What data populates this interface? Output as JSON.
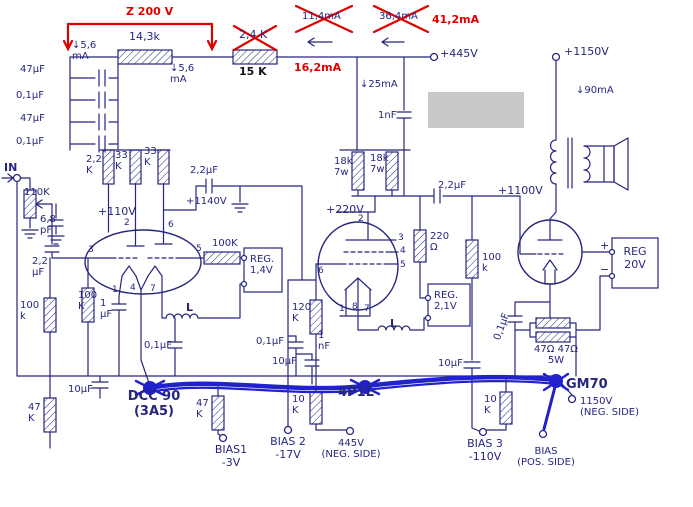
{
  "colors": {
    "ink": "#26267e",
    "red": "#e10000",
    "bus_blue": "#2222cc",
    "paper": "#ffffff"
  },
  "labels": {
    "z200v": "Z 200 V",
    "i41_2": "41,2mA",
    "i16_2": "16,2mA",
    "old_r": "2,4 K",
    "old_i1": "11,4mA",
    "old_i2": "36,4mA",
    "r14_3k": "14,3k",
    "r15k": "15 K",
    "i5_6a": "↓5,6\nmA",
    "i5_6b": "↓5,6\nmA",
    "c47a": "47μF",
    "c01a": "0,1μF",
    "c47b": "47μF",
    "c01b": "0,1μF",
    "in_lbl": "IN",
    "r110k": "110K",
    "c6_8": "6,8\npF",
    "r2_2k": "2,2\nK",
    "r33a": "33\nK",
    "r33b": "33\nK",
    "c2_2top": "2,2μF",
    "v1140": "+1140V",
    "v110": "+110V",
    "c2_2left": "2,2\nμF",
    "r100k_in": "100\nk",
    "p2": "2",
    "p6": "6",
    "p3": "3",
    "p5": "5",
    "p1": "1",
    "p4": "4",
    "p7": "7",
    "r100k_g": "100K",
    "reg1": "REG.\n1,4V",
    "r100k_k": "100\nK",
    "c1uf": "1\nμF",
    "l1": "L",
    "c01c": "0,1μF",
    "c10a": "10μF",
    "r47a": "47\nK",
    "dcc90": "DCC 90\n(3A5)",
    "r47b": "47\nK",
    "bias1": "BIAS1\n-3V",
    "i25": "↓25mA",
    "c1nf_a": "1nF",
    "r18a": "18k\n7w",
    "r18b": "18k\n7w",
    "v220": "+220V",
    "c2_2b": "2,2μF",
    "r220": "220\nΩ",
    "q2": "2",
    "q3": "3",
    "q4": "4",
    "q5": "5",
    "q6": "6",
    "q1": "1",
    "q8": "8",
    "q7": "7",
    "r100k_2": "100\nk",
    "reg2": "REG.\n2,1V",
    "r120k": "120\nK",
    "c1nf_b": "1\nnF",
    "c01d": "0,1μF",
    "c10b": "10μF",
    "l2": "L",
    "r10a": "10\nK",
    "p4p1l": "4P1L",
    "bias2": "BIAS 2\n-17V",
    "v445neg": "445V\n(NEG. SIDE)",
    "r10b": "10\nK",
    "bias3": "BIAS 3\n-110V",
    "biaspos": "BIAS\n(POS. SIDE)",
    "gm70": "GM70",
    "v1150neg": "1150V\n(NEG. SIDE)",
    "v1150": "+1150V",
    "i90": "↓90mA",
    "v1100": "+1100V",
    "reg20": "REG\n20V",
    "reg20_plus": "+",
    "reg20_minus": "−",
    "c01e": "0,1μF",
    "r47ohm": "47Ω 47Ω\n5W",
    "c10c": "10μF",
    "v445": "+445V"
  }
}
